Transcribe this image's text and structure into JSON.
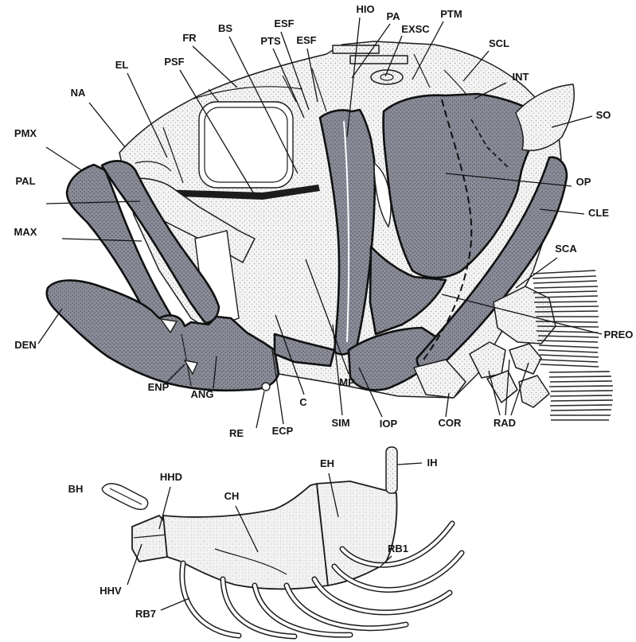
{
  "figure": {
    "skull_labels": {
      "hio": "HIO",
      "pa": "PA",
      "exsc": "EXSC",
      "ptm": "PTM",
      "esf_upper": "ESF",
      "esf_lower": "ESF",
      "pts": "PTS",
      "bs": "BS",
      "fr": "FR",
      "psf": "PSF",
      "el": "EL",
      "na": "NA",
      "scl": "SCL",
      "int": "INT",
      "so": "SO",
      "pmx": "PMX",
      "pal": "PAL",
      "op": "OP",
      "cle": "CLE",
      "max": "MAX",
      "sca": "SCA",
      "den": "DEN",
      "preo": "PREO",
      "enp": "ENP",
      "ang": "ANG",
      "re": "RE",
      "ecp": "ECP",
      "c": "C",
      "mp": "MP",
      "sim": "SIM",
      "iop": "IOP",
      "cor": "COR",
      "rad": "RAD"
    },
    "hyoid_labels": {
      "bh": "BH",
      "hhd": "HHD",
      "ch": "CH",
      "eh": "EH",
      "ih": "IH",
      "rb1": "RB1",
      "hhv": "HHV",
      "rb7": "RB7"
    }
  },
  "colors": {
    "background": "#ffffff",
    "ink": "#141414",
    "dark_bone": "#8b8d99",
    "dark_stipple": "#4a4c58",
    "light_bone": "#f3f3f3",
    "light_stipple": "#8f8f8f",
    "grid_line": "#c6c6c6"
  }
}
